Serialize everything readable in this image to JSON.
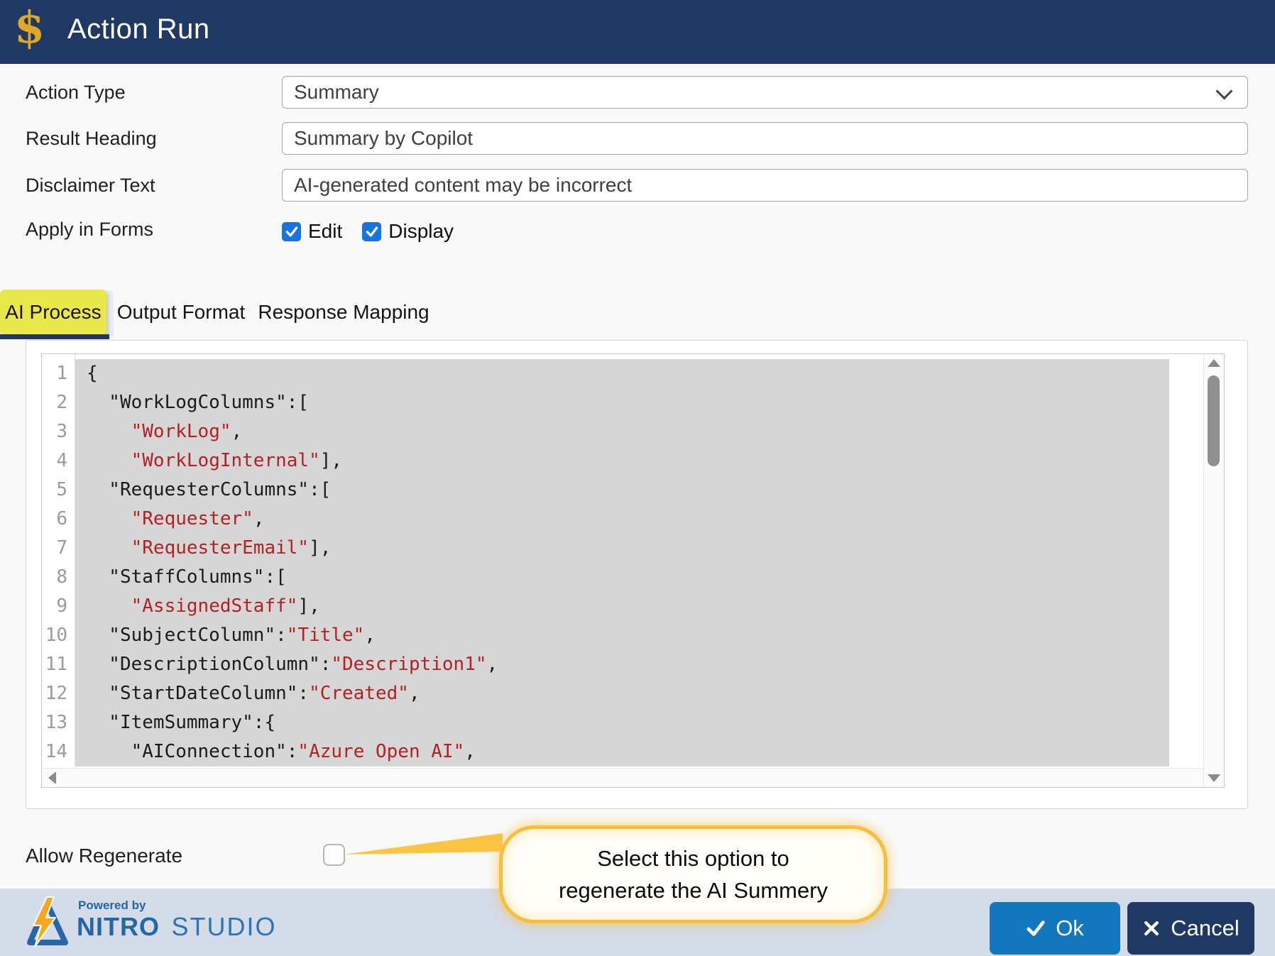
{
  "window": {
    "title": "Action Run",
    "title_icon": "$"
  },
  "form": {
    "action_type": {
      "label": "Action Type",
      "value": "Summary"
    },
    "result_heading": {
      "label": "Result Heading",
      "value": "Summary by Copilot"
    },
    "disclaimer_text": {
      "label": "Disclaimer Text",
      "value": "AI-generated content may be incorrect"
    },
    "apply_in_forms": {
      "label": "Apply in Forms",
      "options": [
        {
          "label": "Edit",
          "checked": true
        },
        {
          "label": "Display",
          "checked": true
        }
      ]
    }
  },
  "tabs": [
    {
      "label": "AI Process",
      "active": true,
      "highlighted": true
    },
    {
      "label": "Output Format",
      "active": false,
      "highlighted": false
    },
    {
      "label": "Response Mapping",
      "active": false,
      "highlighted": false
    }
  ],
  "code_editor": {
    "language": "json",
    "selection_all": true,
    "lines": [
      {
        "n": 1,
        "parts": [
          {
            "c": "plain",
            "t": "{"
          }
        ]
      },
      {
        "n": 2,
        "parts": [
          {
            "c": "plain",
            "t": "  \"WorkLogColumns\":["
          }
        ]
      },
      {
        "n": 3,
        "parts": [
          {
            "c": "plain",
            "t": "    "
          },
          {
            "c": "string",
            "t": "\"WorkLog\""
          },
          {
            "c": "plain",
            "t": ","
          }
        ]
      },
      {
        "n": 4,
        "parts": [
          {
            "c": "plain",
            "t": "    "
          },
          {
            "c": "string",
            "t": "\"WorkLogInternal\""
          },
          {
            "c": "plain",
            "t": "],"
          }
        ]
      },
      {
        "n": 5,
        "parts": [
          {
            "c": "plain",
            "t": "  \"RequesterColumns\":["
          }
        ]
      },
      {
        "n": 6,
        "parts": [
          {
            "c": "plain",
            "t": "    "
          },
          {
            "c": "string",
            "t": "\"Requester\""
          },
          {
            "c": "plain",
            "t": ","
          }
        ]
      },
      {
        "n": 7,
        "parts": [
          {
            "c": "plain",
            "t": "    "
          },
          {
            "c": "string",
            "t": "\"RequesterEmail\""
          },
          {
            "c": "plain",
            "t": "],"
          }
        ]
      },
      {
        "n": 8,
        "parts": [
          {
            "c": "plain",
            "t": "  \"StaffColumns\":["
          }
        ]
      },
      {
        "n": 9,
        "parts": [
          {
            "c": "plain",
            "t": "    "
          },
          {
            "c": "string",
            "t": "\"AssignedStaff\""
          },
          {
            "c": "plain",
            "t": "],"
          }
        ]
      },
      {
        "n": 10,
        "parts": [
          {
            "c": "plain",
            "t": "  \"SubjectColumn\":"
          },
          {
            "c": "string",
            "t": "\"Title\""
          },
          {
            "c": "plain",
            "t": ","
          }
        ]
      },
      {
        "n": 11,
        "parts": [
          {
            "c": "plain",
            "t": "  \"DescriptionColumn\":"
          },
          {
            "c": "string",
            "t": "\"Description1\""
          },
          {
            "c": "plain",
            "t": ","
          }
        ]
      },
      {
        "n": 12,
        "parts": [
          {
            "c": "plain",
            "t": "  \"StartDateColumn\":"
          },
          {
            "c": "string",
            "t": "\"Created\""
          },
          {
            "c": "plain",
            "t": ","
          }
        ]
      },
      {
        "n": 13,
        "parts": [
          {
            "c": "plain",
            "t": "  \"ItemSummary\":{"
          }
        ]
      },
      {
        "n": 14,
        "parts": [
          {
            "c": "plain",
            "t": "    \"AIConnection\":"
          },
          {
            "c": "string",
            "t": "\"Azure Open AI\""
          },
          {
            "c": "plain",
            "t": ","
          }
        ]
      }
    ]
  },
  "allow_regenerate": {
    "label": "Allow Regenerate",
    "checked": false
  },
  "callout": {
    "line1": "Select this option to",
    "line2": "regenerate the AI Summery"
  },
  "footer": {
    "powered_by": "Powered by",
    "brand_primary": "NITRO",
    "brand_secondary": "STUDIO",
    "ok_label": "Ok",
    "cancel_label": "Cancel"
  },
  "colors": {
    "header_bg": "#1f3864",
    "accent_gold": "#dfa827",
    "checkbox_blue": "#1673e1",
    "tab_highlight": "#e9e74a",
    "code_string": "#b22222",
    "code_selection": "#d6d6d6",
    "ok_button": "#1377be",
    "cancel_button": "#1f3864",
    "footer_bg": "#d4dbe9",
    "callout_border": "#f9bd3e"
  }
}
